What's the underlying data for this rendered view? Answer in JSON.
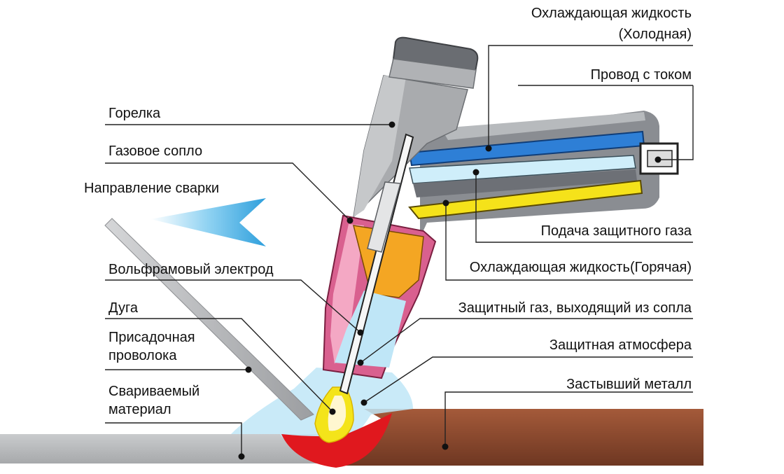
{
  "labels": {
    "coolant_cold_1": "Охлаждающая жидкость",
    "coolant_cold_2": "(Холодная)",
    "current_wire": "Провод с током",
    "torch": "Горелка",
    "gas_nozzle": "Газовое сопло",
    "weld_direction": "Направление сварки",
    "shield_gas_supply": "Подача защитного газа",
    "coolant_hot": "Охлаждающая жидкость(Горячая)",
    "tungsten_electrode": "Вольфрамовый электрод",
    "arc": "Дуга",
    "shield_gas_out": "Защитный газ, выходящий из сопла",
    "filler_wire_1": "Присадочная",
    "filler_wire_2": "проволока",
    "shield_atmosphere": "Защитная атмосфера",
    "workpiece_1": "Свариваемый",
    "workpiece_2": "материал",
    "solidified_metal": "Застывший металл"
  },
  "colors": {
    "cable_gray": "#8a8d92",
    "coolant_cold": "#2e7fd6",
    "gas_light": "#bfe4f5",
    "coolant_hot": "#f5e21a",
    "nozzle_pink": "#d9608f",
    "insulator_orange": "#f4a623",
    "weld_red": "#e0181e",
    "solid_metal": "#8a4a30",
    "workpiece_gray": "#b9bbbd",
    "arrow_blue": "#4fb6e8"
  }
}
